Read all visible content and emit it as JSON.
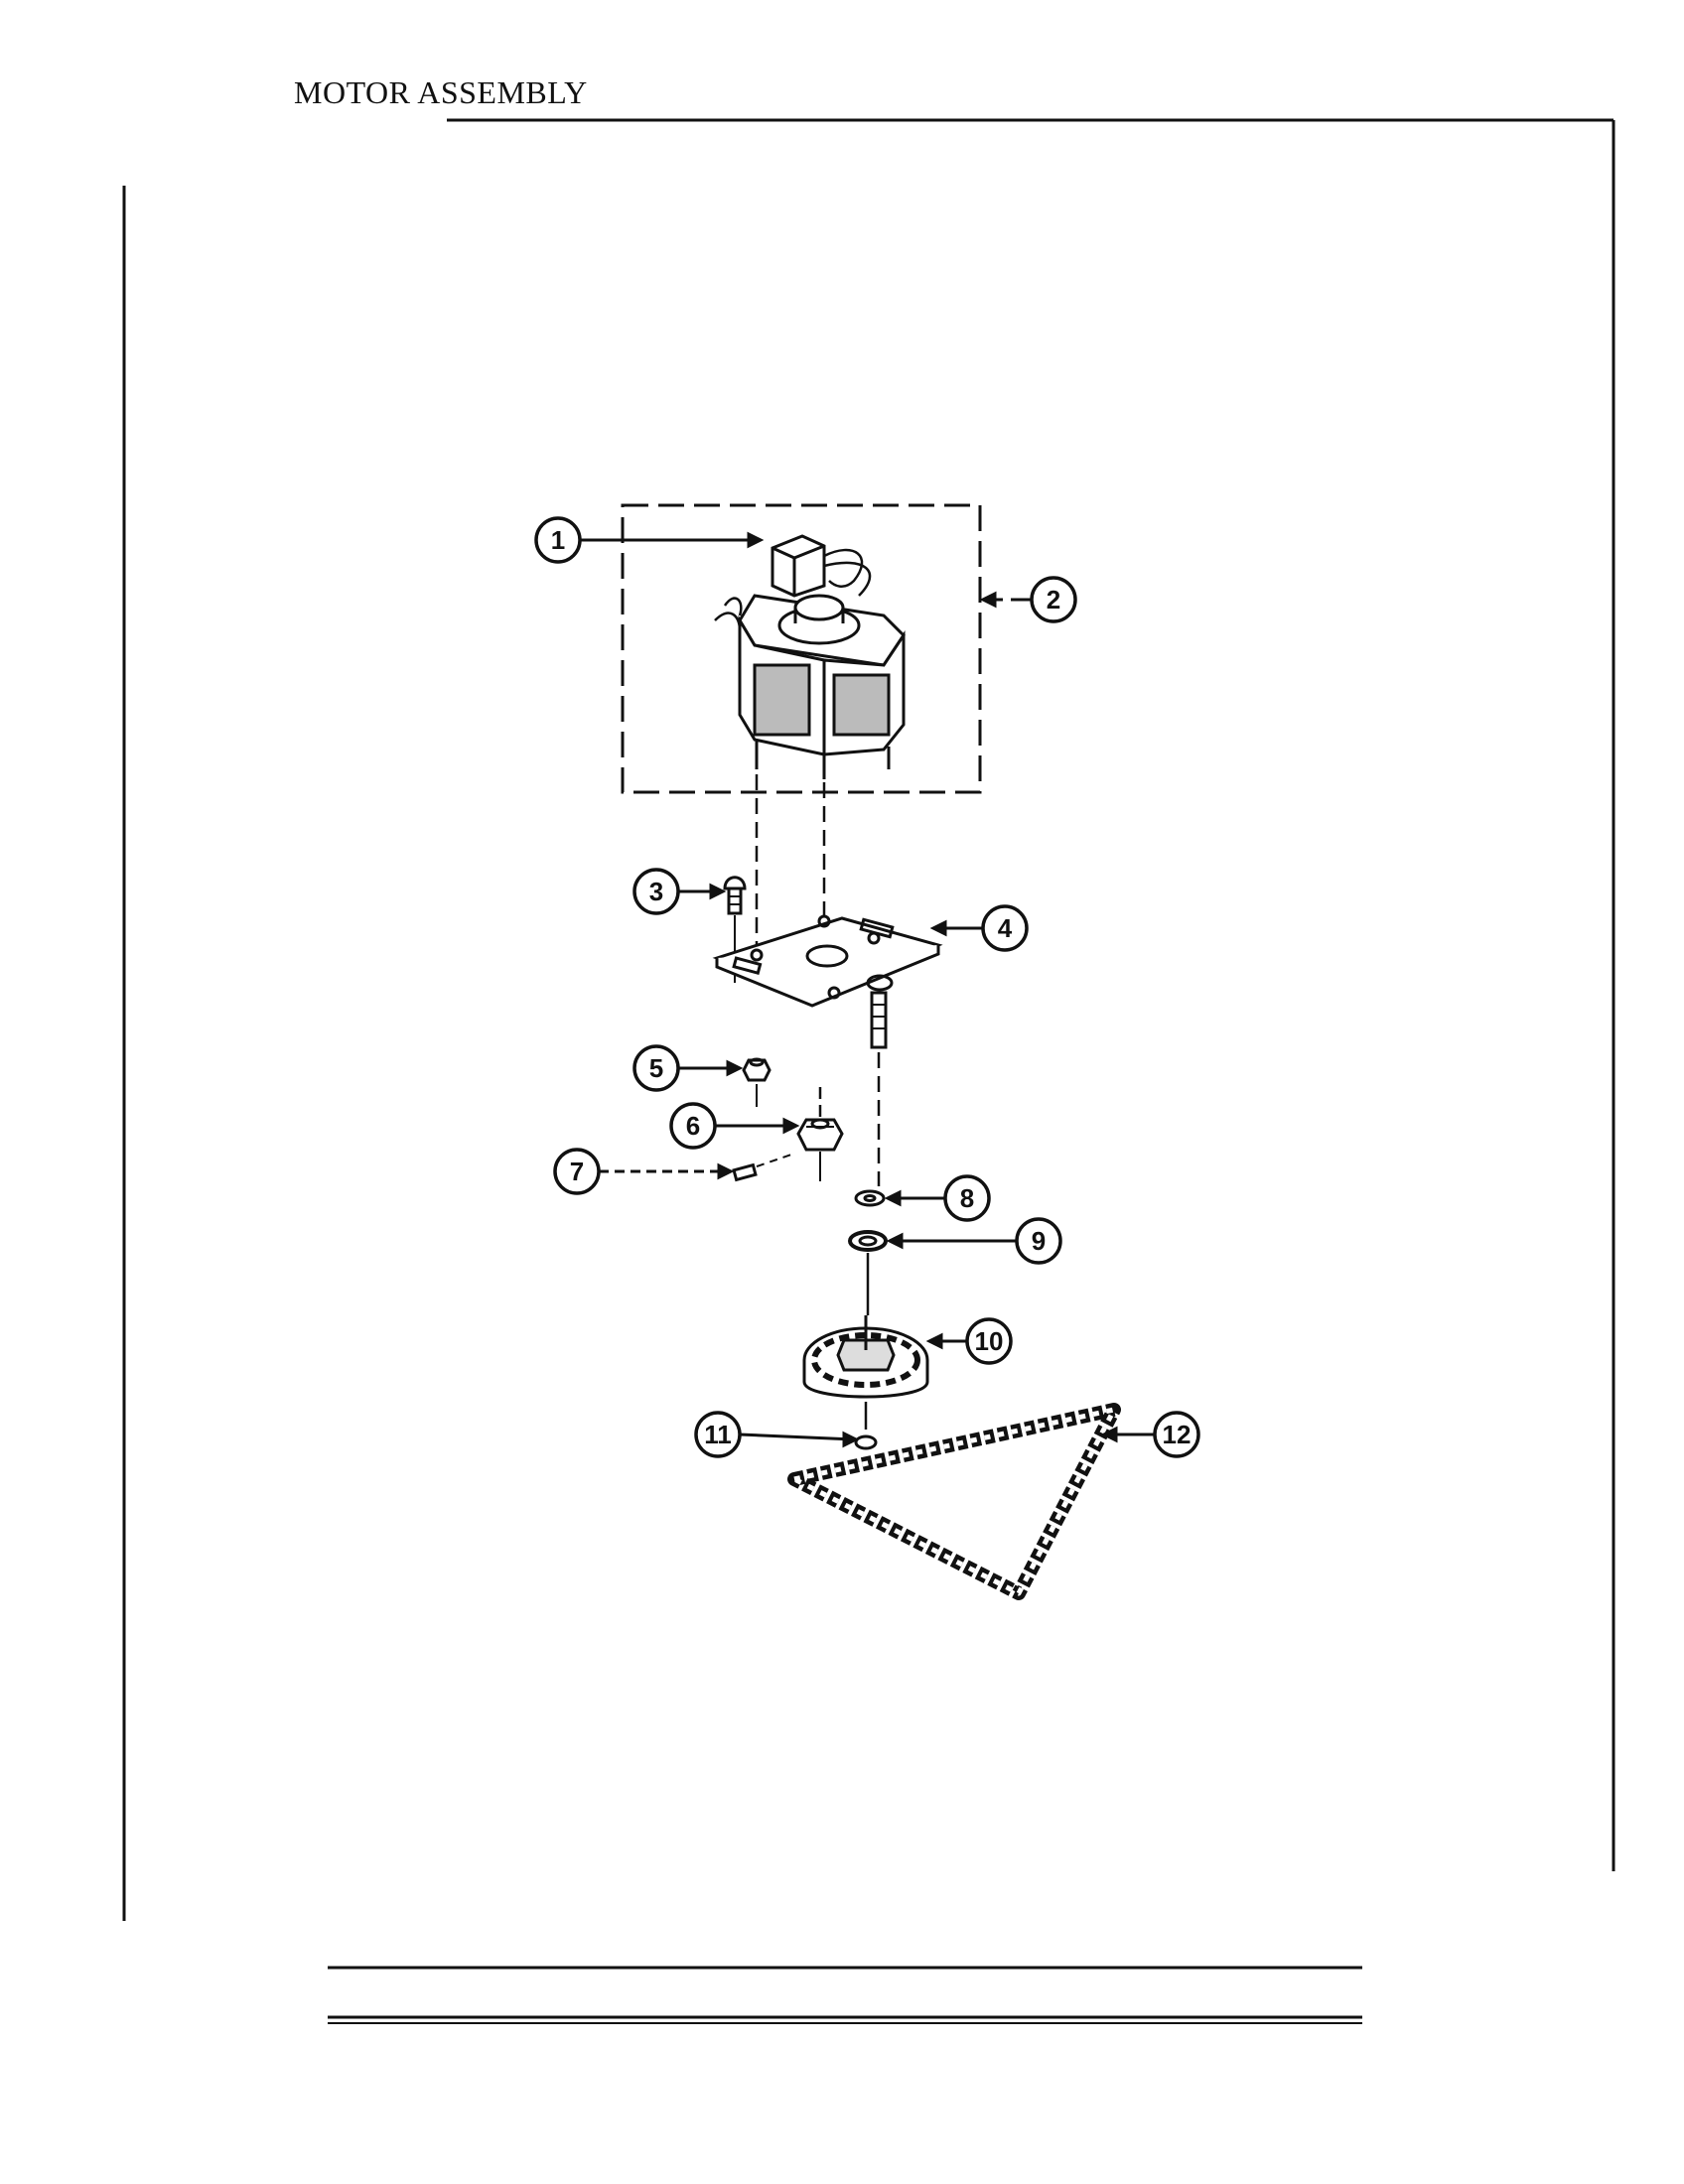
{
  "page": {
    "title": "MOTOR ASSEMBLY"
  },
  "callouts": [
    {
      "id": "1",
      "label": "1"
    },
    {
      "id": "2",
      "label": "2"
    },
    {
      "id": "3",
      "label": "3"
    },
    {
      "id": "4",
      "label": "4"
    },
    {
      "id": "5",
      "label": "5"
    },
    {
      "id": "6",
      "label": "6"
    },
    {
      "id": "7",
      "label": "7"
    },
    {
      "id": "8",
      "label": "8"
    },
    {
      "id": "9",
      "label": "9"
    },
    {
      "id": "10",
      "label": "10"
    },
    {
      "id": "11",
      "label": "11"
    },
    {
      "id": "12",
      "label": "12"
    }
  ],
  "colors": {
    "ink": "#111111",
    "paper": "#ffffff"
  }
}
